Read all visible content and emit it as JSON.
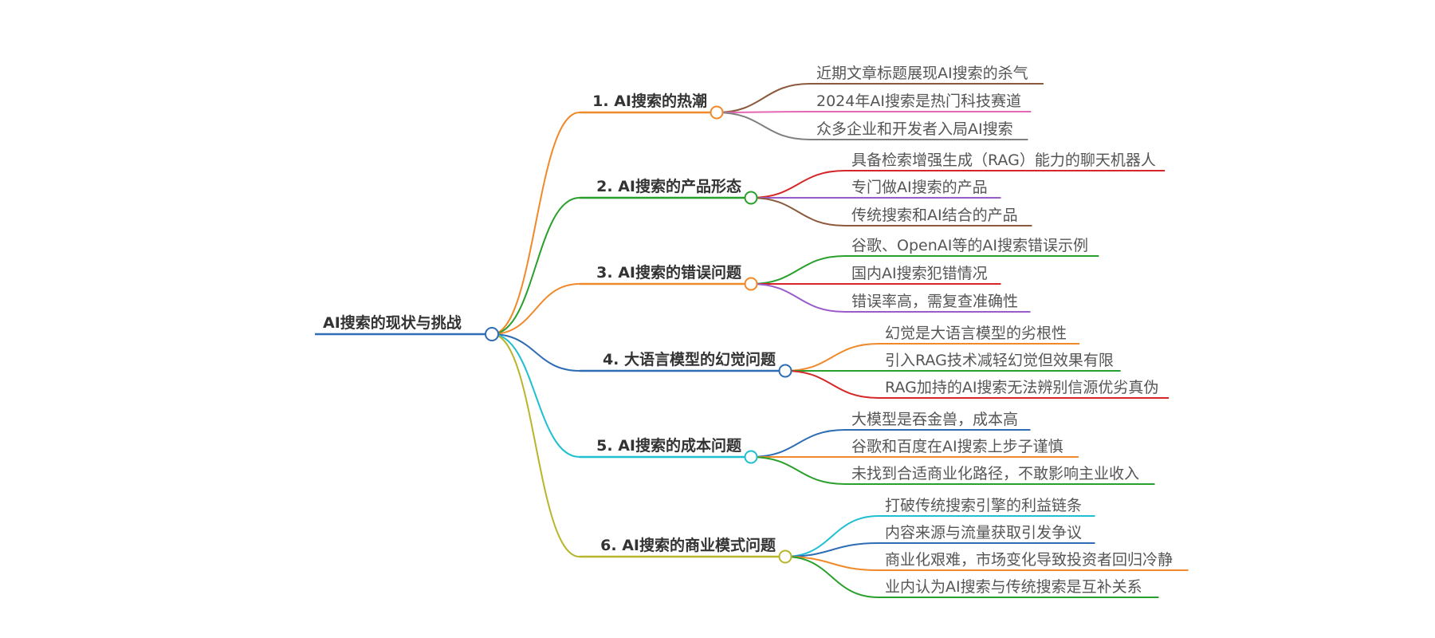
{
  "mindmap": {
    "root": {
      "label": "AI搜索的现状与挑战",
      "color": "#2e6db4"
    },
    "branches": [
      {
        "label": "1. AI搜索的热潮",
        "color": "#f0892a",
        "children": [
          {
            "label": "近期文章标题展现AI搜索的杀气",
            "color": "#8b5a3c"
          },
          {
            "label": "2024年AI搜索是热门科技赛道",
            "color": "#e667b4"
          },
          {
            "label": "众多企业和开发者入局AI搜索",
            "color": "#7f7f7f"
          }
        ]
      },
      {
        "label": "2. AI搜索的产品形态",
        "color": "#2aa02c",
        "children": [
          {
            "label": "具备检索增强生成（RAG）能力的聊天机器人",
            "color": "#d62728"
          },
          {
            "label": "专门做AI搜索的产品",
            "color": "#9a5cc9"
          },
          {
            "label": "传统搜索和AI结合的产品",
            "color": "#8b5a3c"
          }
        ]
      },
      {
        "label": "3. AI搜索的错误问题",
        "color": "#f0892a",
        "children": [
          {
            "label": "谷歌、OpenAI等的AI搜索错误示例",
            "color": "#2aa02c"
          },
          {
            "label": "国内AI搜索犯错情况",
            "color": "#d62728"
          },
          {
            "label": "错误率高，需复查准确性",
            "color": "#9a5cc9"
          }
        ]
      },
      {
        "label": "4. 大语言模型的幻觉问题",
        "color": "#2e6db4",
        "children": [
          {
            "label": "幻觉是大语言模型的劣根性",
            "color": "#f0892a"
          },
          {
            "label": "引入RAG技术减轻幻觉但效果有限",
            "color": "#2aa02c"
          },
          {
            "label": "RAG加持的AI搜索无法辨别信源优劣真伪",
            "color": "#d62728"
          }
        ]
      },
      {
        "label": "5. AI搜索的成本问题",
        "color": "#1ebfd1",
        "children": [
          {
            "label": "大模型是吞金兽，成本高",
            "color": "#2e6db4"
          },
          {
            "label": "谷歌和百度在AI搜索上步子谨慎",
            "color": "#f0892a"
          },
          {
            "label": "未找到合适商业化路径，不敢影响主业收入",
            "color": "#2aa02c"
          }
        ]
      },
      {
        "label": "6. AI搜索的商业模式问题",
        "color": "#b8b62a",
        "children": [
          {
            "label": "打破传统搜索引擎的利益链条",
            "color": "#1ebfd1"
          },
          {
            "label": "内容来源与流量获取引发争议",
            "color": "#2e6db4"
          },
          {
            "label": "商业化艰难，市场变化导致投资者回归冷静",
            "color": "#f0892a"
          },
          {
            "label": "业内认为AI搜索与传统搜索是互补关系",
            "color": "#2aa02c"
          }
        ]
      }
    ]
  }
}
